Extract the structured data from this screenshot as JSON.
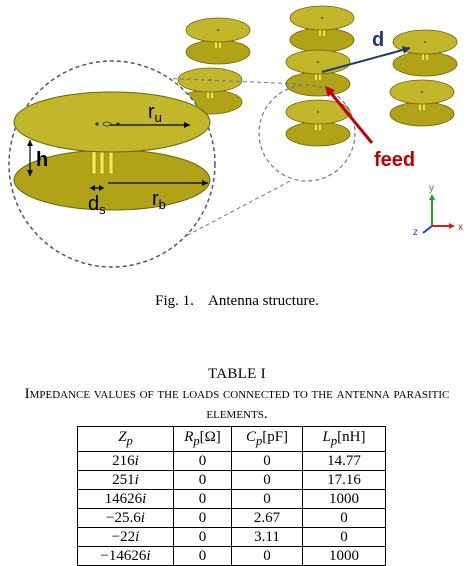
{
  "figure": {
    "labels": {
      "ru": "r",
      "ru_sub": "u",
      "rb": "r",
      "rb_sub": "b",
      "h": "h",
      "ds": "d",
      "ds_sub": "s",
      "d": "d",
      "feed": "feed",
      "axis_y": "y",
      "axis_x": "x",
      "axis_z": "z"
    },
    "colors": {
      "disk_fill": "#b5a81a",
      "disk_top": "#c2b62a",
      "disk_edge": "#6e6608",
      "feed_label": "#c00000",
      "arrow_dark": "#1f3a68",
      "axis_x": "#d22020",
      "axis_y": "#20a020",
      "axis_z": "#2040d0"
    }
  },
  "caption": "Fig. 1.    Antenna structure.",
  "table": {
    "title": "TABLE I",
    "subtitle": "Impedance values of the loads connected to the antenna parasitic elements.",
    "headers": [
      {
        "main": "Z",
        "sub": "p",
        "unit": ""
      },
      {
        "main": "R",
        "sub": "p",
        "unit": "[Ω]"
      },
      {
        "main": "C",
        "sub": "p",
        "unit": "[pF]"
      },
      {
        "main": "L",
        "sub": "p",
        "unit": "[nH]"
      }
    ],
    "rows": [
      [
        "216i",
        "0",
        "0",
        "14.77"
      ],
      [
        "251i",
        "0",
        "0",
        "17.16"
      ],
      [
        "14626i",
        "0",
        "0",
        "1000"
      ],
      [
        "−25.6i",
        "0",
        "2.67",
        "0"
      ],
      [
        "−22i",
        "0",
        "3.11",
        "0"
      ],
      [
        "−14626i",
        "0",
        "0",
        "1000"
      ]
    ]
  }
}
